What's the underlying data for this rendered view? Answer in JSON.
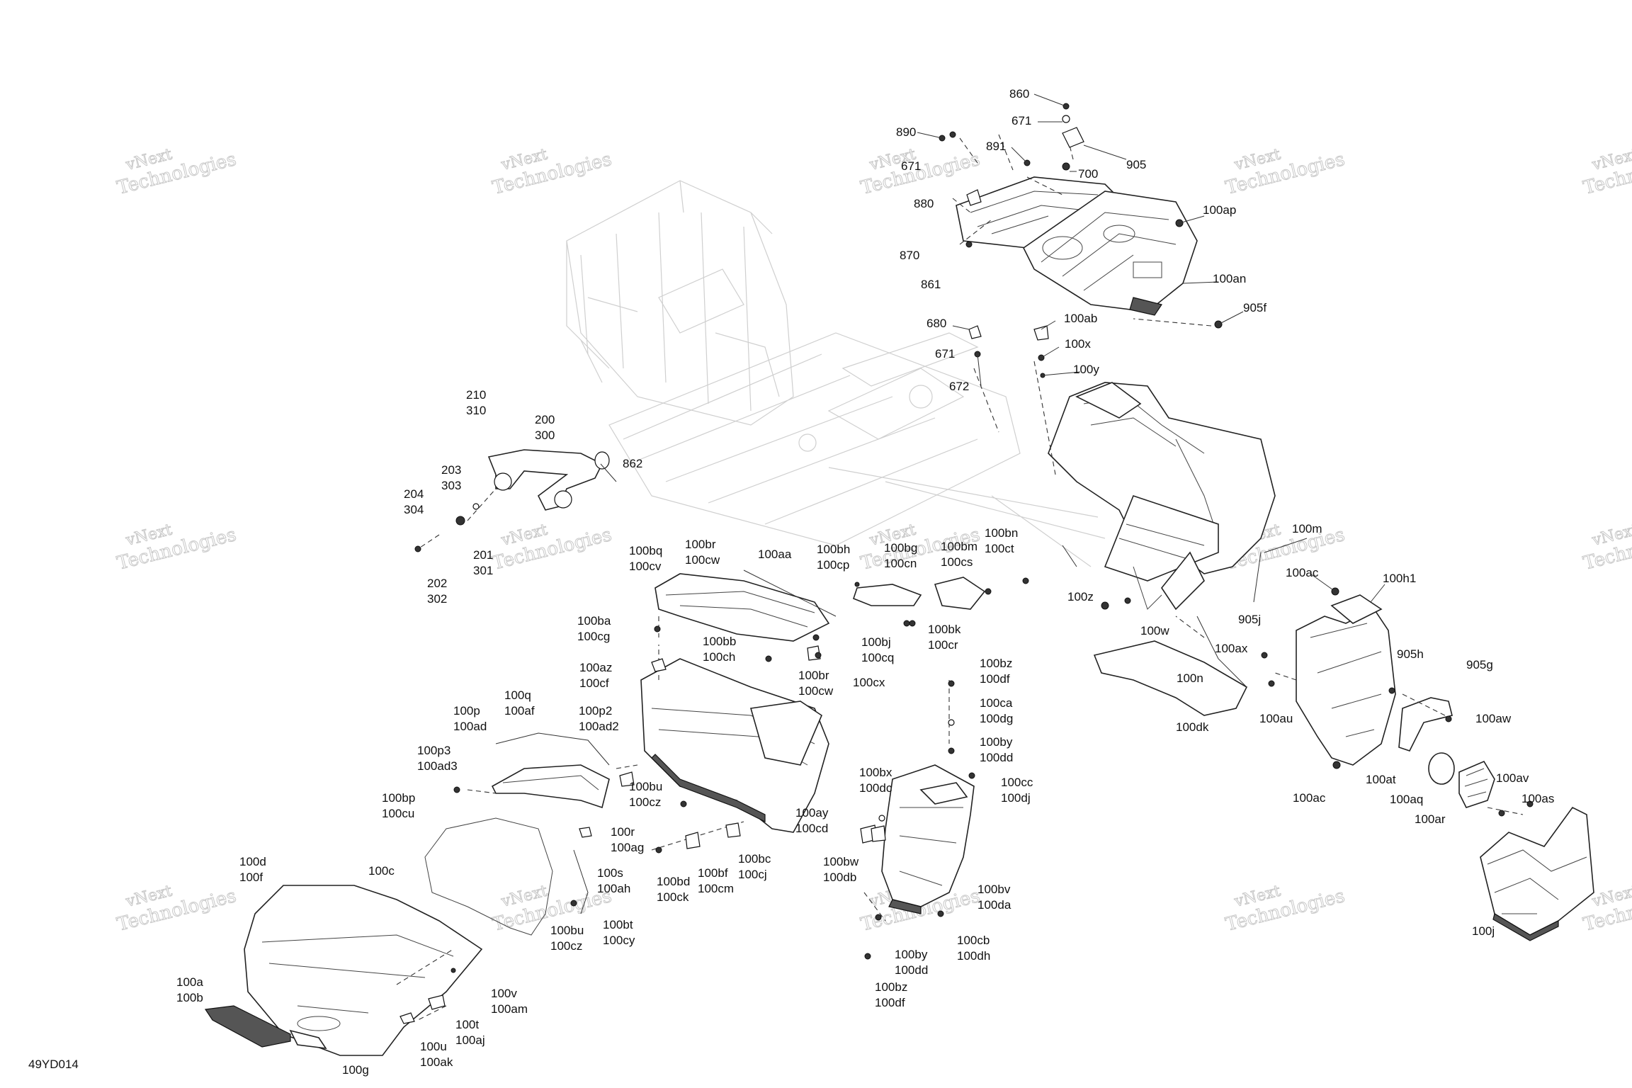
{
  "diagram_code": "49YD014",
  "watermark_text": [
    "vNext",
    "Technologies"
  ],
  "callouts": [
    {
      "id": "c-860",
      "lines": [
        "860"
      ]
    },
    {
      "id": "c-671a",
      "lines": [
        "671"
      ]
    },
    {
      "id": "c-890",
      "lines": [
        "890"
      ]
    },
    {
      "id": "c-891",
      "lines": [
        "891"
      ]
    },
    {
      "id": "c-905",
      "lines": [
        "905"
      ]
    },
    {
      "id": "c-700",
      "lines": [
        "700"
      ]
    },
    {
      "id": "c-671b",
      "lines": [
        "671"
      ]
    },
    {
      "id": "c-880",
      "lines": [
        "880"
      ]
    },
    {
      "id": "c-100ap",
      "lines": [
        "100ap"
      ]
    },
    {
      "id": "c-870",
      "lines": [
        "870"
      ]
    },
    {
      "id": "c-861",
      "lines": [
        "861"
      ]
    },
    {
      "id": "c-100an",
      "lines": [
        "100an"
      ]
    },
    {
      "id": "c-905f",
      "lines": [
        "905f"
      ]
    },
    {
      "id": "c-680",
      "lines": [
        "680"
      ]
    },
    {
      "id": "c-100ab",
      "lines": [
        "100ab"
      ]
    },
    {
      "id": "c-100x",
      "lines": [
        "100x"
      ]
    },
    {
      "id": "c-671c",
      "lines": [
        "671"
      ]
    },
    {
      "id": "c-100y",
      "lines": [
        "100y"
      ]
    },
    {
      "id": "c-672",
      "lines": [
        "672"
      ]
    },
    {
      "id": "c-210-310",
      "lines": [
        "210",
        "310"
      ]
    },
    {
      "id": "c-200-300",
      "lines": [
        "200",
        "300"
      ]
    },
    {
      "id": "c-203-303",
      "lines": [
        "203",
        "303"
      ]
    },
    {
      "id": "c-862",
      "lines": [
        "862"
      ]
    },
    {
      "id": "c-204-304",
      "lines": [
        "204",
        "304"
      ]
    },
    {
      "id": "c-201-301",
      "lines": [
        "201",
        "301"
      ]
    },
    {
      "id": "c-202-302",
      "lines": [
        "202",
        "302"
      ]
    },
    {
      "id": "c-100bq-100cv",
      "lines": [
        "100bq",
        "100cv"
      ]
    },
    {
      "id": "c-100br-100cw-a",
      "lines": [
        "100br",
        "100cw"
      ]
    },
    {
      "id": "c-100aa",
      "lines": [
        "100aa"
      ]
    },
    {
      "id": "c-100bh-100cp",
      "lines": [
        "100bh",
        "100cp"
      ]
    },
    {
      "id": "c-100bg-100cn",
      "lines": [
        "100bg",
        "100cn"
      ]
    },
    {
      "id": "c-100bm-100cs",
      "lines": [
        "100bm",
        "100cs"
      ]
    },
    {
      "id": "c-100bn-100ct",
      "lines": [
        "100bn",
        "100ct"
      ]
    },
    {
      "id": "c-100m",
      "lines": [
        "100m"
      ]
    },
    {
      "id": "c-100ac-a",
      "lines": [
        "100ac"
      ]
    },
    {
      "id": "c-100h1",
      "lines": [
        "100h1"
      ]
    },
    {
      "id": "c-100z",
      "lines": [
        "100z"
      ]
    },
    {
      "id": "c-100w",
      "lines": [
        "100w"
      ]
    },
    {
      "id": "c-905j",
      "lines": [
        "905j"
      ]
    },
    {
      "id": "c-100ba-100cg",
      "lines": [
        "100ba",
        "100cg"
      ]
    },
    {
      "id": "c-100bb-100ch",
      "lines": [
        "100bb",
        "100ch"
      ]
    },
    {
      "id": "c-100bj-100cq",
      "lines": [
        "100bj",
        "100cq"
      ]
    },
    {
      "id": "c-100bk-100cr",
      "lines": [
        "100bk",
        "100cr"
      ]
    },
    {
      "id": "c-100ax",
      "lines": [
        "100ax"
      ]
    },
    {
      "id": "c-905h",
      "lines": [
        "905h"
      ]
    },
    {
      "id": "c-905g",
      "lines": [
        "905g"
      ]
    },
    {
      "id": "c-100az-100cf",
      "lines": [
        "100az",
        "100cf"
      ]
    },
    {
      "id": "c-100br-100cw-b",
      "lines": [
        "100br",
        "100cw"
      ]
    },
    {
      "id": "c-100cx",
      "lines": [
        "100cx"
      ]
    },
    {
      "id": "c-100bz-100df-a",
      "lines": [
        "100bz",
        "100df"
      ]
    },
    {
      "id": "c-100n",
      "lines": [
        "100n"
      ]
    },
    {
      "id": "c-100au",
      "lines": [
        "100au"
      ]
    },
    {
      "id": "c-100aw",
      "lines": [
        "100aw"
      ]
    },
    {
      "id": "c-100p-100ad",
      "lines": [
        "100p",
        "100ad"
      ]
    },
    {
      "id": "c-100q-100af",
      "lines": [
        "100q",
        "100af"
      ]
    },
    {
      "id": "c-100p2-100ad2",
      "lines": [
        "100p2",
        "100ad2"
      ]
    },
    {
      "id": "c-100ca-100dg",
      "lines": [
        "100ca",
        "100dg"
      ]
    },
    {
      "id": "c-100dk",
      "lines": [
        "100dk"
      ]
    },
    {
      "id": "c-100p3-100ad3",
      "lines": [
        "100p3",
        "100ad3"
      ]
    },
    {
      "id": "c-100by-100dd-a",
      "lines": [
        "100by",
        "100dd"
      ]
    },
    {
      "id": "c-100at",
      "lines": [
        "100at"
      ]
    },
    {
      "id": "c-100av",
      "lines": [
        "100av"
      ]
    },
    {
      "id": "c-100bx-100dc",
      "lines": [
        "100bx",
        "100dc"
      ]
    },
    {
      "id": "c-100cc-100dj",
      "lines": [
        "100cc",
        "100dj"
      ]
    },
    {
      "id": "c-100aq",
      "lines": [
        "100aq"
      ]
    },
    {
      "id": "c-100ac-b",
      "lines": [
        "100ac"
      ]
    },
    {
      "id": "c-100bu-100cz-a",
      "lines": [
        "100bu",
        "100cz"
      ]
    },
    {
      "id": "c-100ay-100cd",
      "lines": [
        "100ay",
        "100cd"
      ]
    },
    {
      "id": "c-100as",
      "lines": [
        "100as"
      ]
    },
    {
      "id": "c-100ar",
      "lines": [
        "100ar"
      ]
    },
    {
      "id": "c-100bp-100cu",
      "lines": [
        "100bp",
        "100cu"
      ]
    },
    {
      "id": "c-100r-100ag",
      "lines": [
        "100r",
        "100ag"
      ]
    },
    {
      "id": "c-100bw-100db",
      "lines": [
        "100bw",
        "100db"
      ]
    },
    {
      "id": "c-100bc-100cj",
      "lines": [
        "100bc",
        "100cj"
      ]
    },
    {
      "id": "c-100s-100ah",
      "lines": [
        "100s",
        "100ah"
      ]
    },
    {
      "id": "c-100bd-100ck",
      "lines": [
        "100bd",
        "100ck"
      ]
    },
    {
      "id": "c-100bf-100cm",
      "lines": [
        "100bf",
        "100cm"
      ]
    },
    {
      "id": "c-100bv-100da",
      "lines": [
        "100bv",
        "100da"
      ]
    },
    {
      "id": "c-100d-100f",
      "lines": [
        "100d",
        "100f"
      ]
    },
    {
      "id": "c-100c",
      "lines": [
        "100c"
      ]
    },
    {
      "id": "c-100bu-100cz-b",
      "lines": [
        "100bu",
        "100cz"
      ]
    },
    {
      "id": "c-100bt-100cy",
      "lines": [
        "100bt",
        "100cy"
      ]
    },
    {
      "id": "c-100cb-100dh",
      "lines": [
        "100cb",
        "100dh"
      ]
    },
    {
      "id": "c-100j",
      "lines": [
        "100j"
      ]
    },
    {
      "id": "c-100by-100dd-b",
      "lines": [
        "100by",
        "100dd"
      ]
    },
    {
      "id": "c-100v-100am",
      "lines": [
        "100v",
        "100am"
      ]
    },
    {
      "id": "c-100a-100b",
      "lines": [
        "100a",
        "100b"
      ]
    },
    {
      "id": "c-100bz-100df-b",
      "lines": [
        "100bz",
        "100df"
      ]
    },
    {
      "id": "c-100t-100aj",
      "lines": [
        "100t",
        "100aj"
      ]
    },
    {
      "id": "c-100u-100ak",
      "lines": [
        "100u",
        "100ak"
      ]
    },
    {
      "id": "c-100g",
      "lines": [
        "100g"
      ]
    }
  ]
}
